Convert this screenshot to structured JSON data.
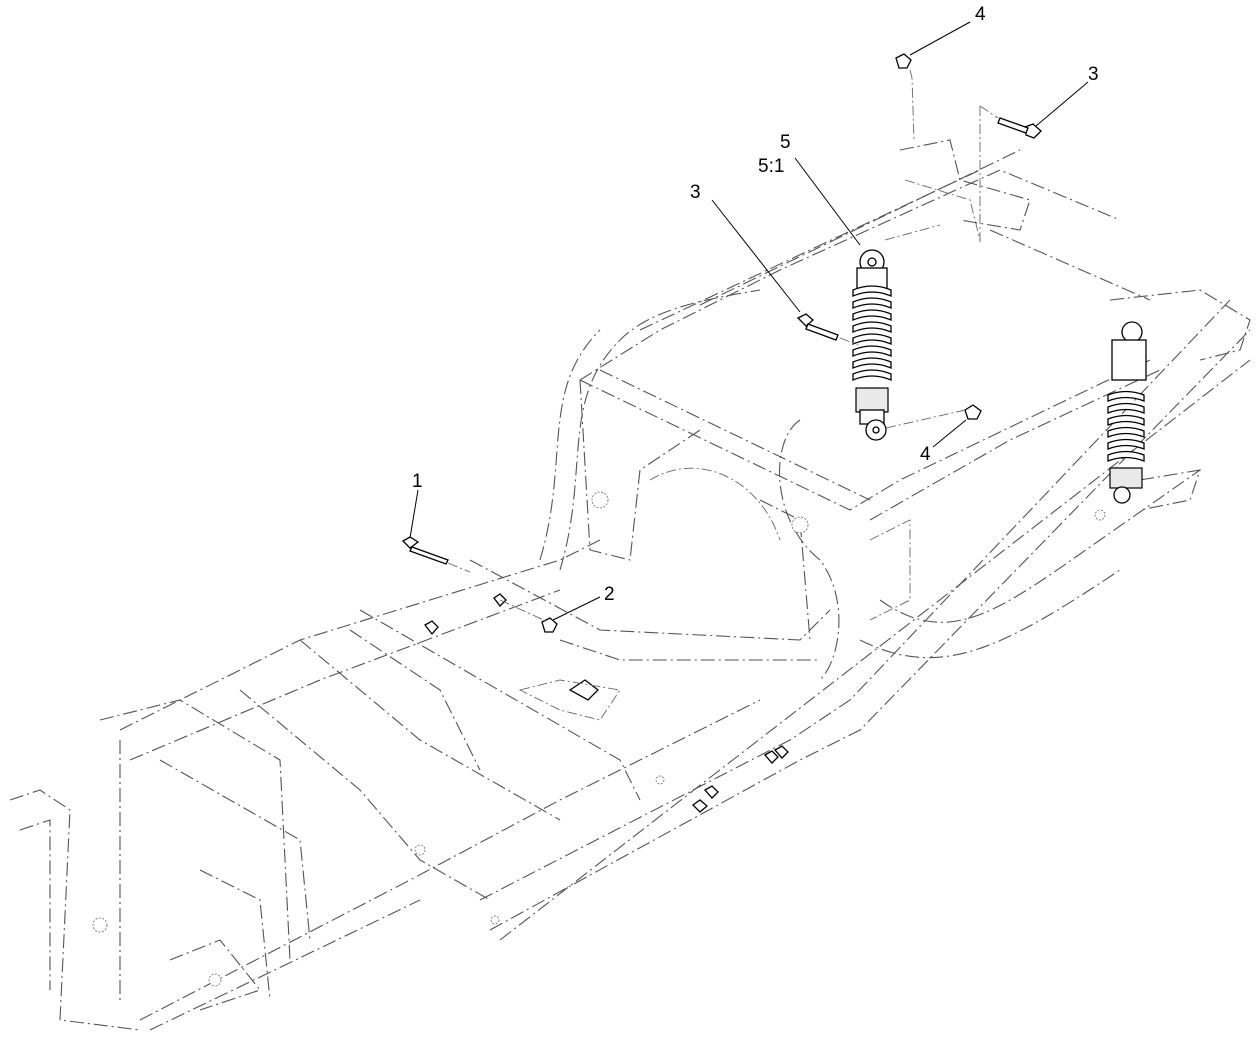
{
  "callouts": {
    "c1": "1",
    "c2": "2",
    "c3_top": "3",
    "c3_mid": "3",
    "c4_top": "4",
    "c4_low": "4",
    "c5": "5",
    "c5_1": "5:1"
  }
}
